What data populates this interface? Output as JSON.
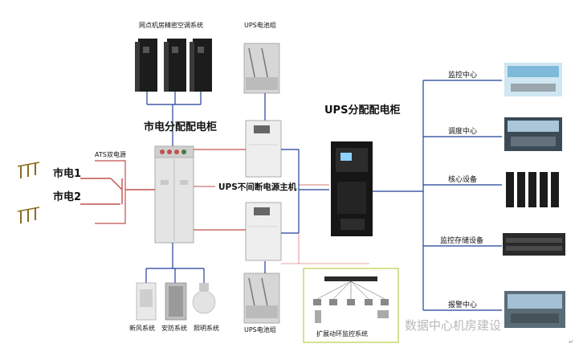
{
  "labels": {
    "ac_system": "网点机房精密空调系统",
    "battery_top": "UPS电池组",
    "battery_bottom": "UPS电池组",
    "mains_cabinet": "市电分配配电柜",
    "ats": "ATS双电源",
    "mains1": "市电1",
    "mains2": "市电2",
    "ups_host": "UPS不间断电源主机",
    "ups_dist": "UPS分配配电柜",
    "fresh_air": "新风系统",
    "security": "安防系统",
    "lighting": "照明系统",
    "monitoring": "扩展动环监控系统",
    "branch_monitor_center": "监控中心",
    "branch_dispatch_center": "调度中心",
    "branch_core_equipment": "核心设备",
    "branch_monitor_storage": "监控存储设备",
    "branch_alarm_center": "报警中心"
  },
  "watermark": "数据中心机房建设",
  "corner_mark": "↵",
  "colors": {
    "mains_line": "#c0504d",
    "ups_line": "#1f3f99",
    "cabinet_light": "#e6e6e6",
    "cabinet_dark": "#1a1a1a"
  }
}
